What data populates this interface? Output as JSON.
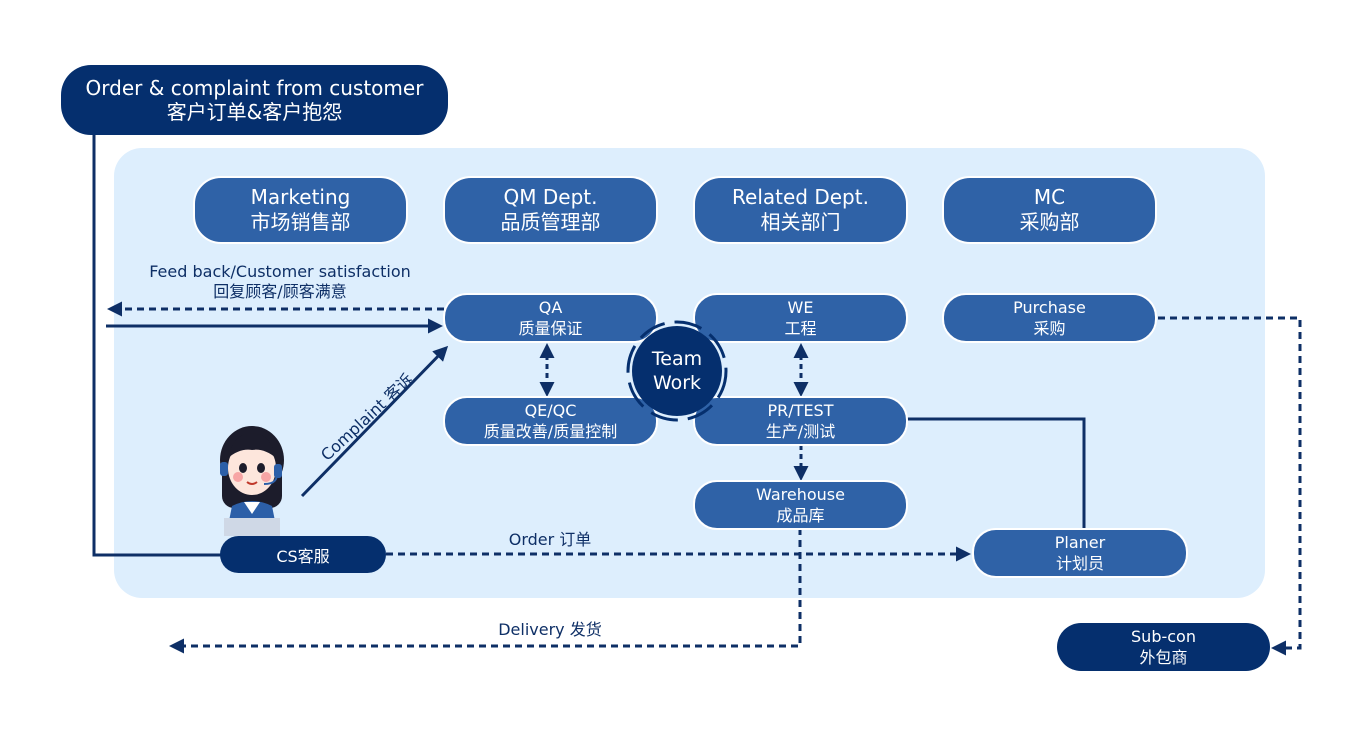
{
  "customer": {
    "line1": "Order & complaint from customer",
    "line2": "客户订单&客户抱怨"
  },
  "departments": [
    {
      "line1": "Marketing",
      "line2": "市场销售部"
    },
    {
      "line1": "QM Dept.",
      "line2": "品质管理部"
    },
    {
      "line1": "Related Dept.",
      "line2": "相关部门"
    },
    {
      "line1": "MC",
      "line2": "采购部"
    }
  ],
  "qa": {
    "line1": "QA",
    "line2": "质量保证"
  },
  "qeqc": {
    "line1": "QE/QC",
    "line2": "质量改善/质量控制"
  },
  "we": {
    "line1": "WE",
    "line2": "工程"
  },
  "prtest": {
    "line1": "PR/TEST",
    "line2": "生产/测试"
  },
  "warehouse": {
    "line1": "Warehouse",
    "line2": "成品库"
  },
  "purchase": {
    "line1": "Purchase",
    "line2": "采购"
  },
  "planer": {
    "line1": "Planer",
    "line2": "计划员"
  },
  "subcon": {
    "line1": "Sub-con",
    "line2": "外包商"
  },
  "cs": {
    "label": "CS客服"
  },
  "teamwork": {
    "line1": "Team",
    "line2": "Work"
  },
  "labels": {
    "feedback_en": "Feed back/Customer satisfaction",
    "feedback_cn": "回复顾客/顾客满意",
    "complaint": "Complaint 客诉",
    "order": "Order 订单",
    "delivery": "Delivery 发货"
  },
  "colors": {
    "dark_navy": "#052f6e",
    "node_blue": "#2f62a7",
    "panel_bg": "#ddeefd",
    "line": "#0e2f66"
  }
}
